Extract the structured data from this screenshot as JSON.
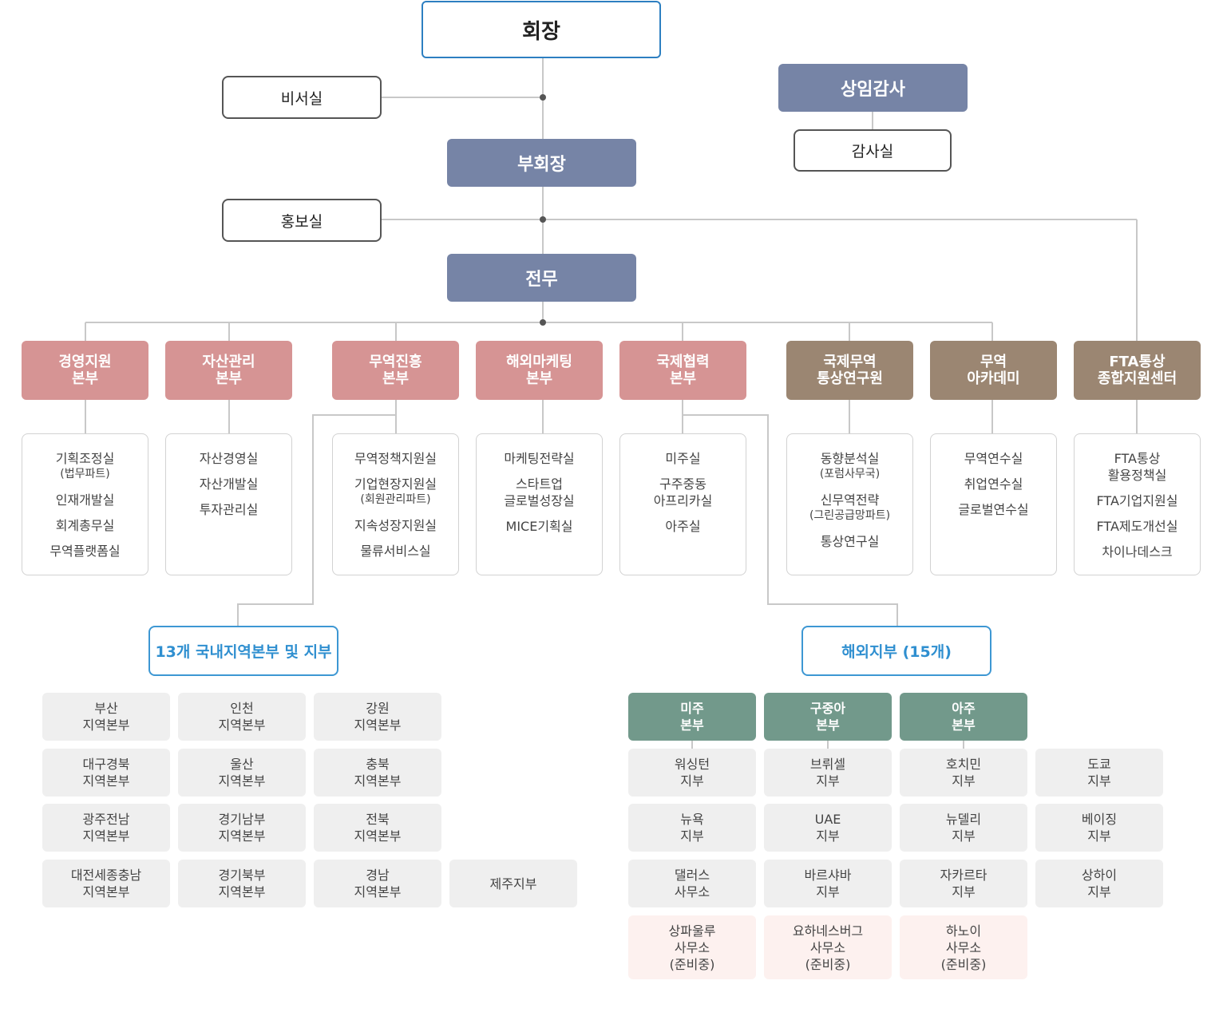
{
  "top": {
    "chairman": "회장",
    "secretariat": "비서실",
    "auditor": "상임감사",
    "audit_office": "감사실",
    "vice_chairman": "부회장",
    "pr_office": "홍보실",
    "executive": "전무"
  },
  "headquarters": [
    {
      "line1": "경영지원",
      "line2": "본부",
      "color": "pink",
      "subs": [
        {
          "label": "기획조정실",
          "note": "(법무파트)"
        },
        {
          "label": "인재개발실"
        },
        {
          "label": "회계총무실"
        },
        {
          "label": "무역플랫폼실"
        }
      ]
    },
    {
      "line1": "자산관리",
      "line2": "본부",
      "color": "pink",
      "subs": [
        {
          "label": "자산경영실"
        },
        {
          "label": "자산개발실"
        },
        {
          "label": "투자관리실"
        }
      ]
    },
    {
      "line1": "무역진흥",
      "line2": "본부",
      "color": "pink",
      "subs": [
        {
          "label": "무역정책지원실"
        },
        {
          "label": "기업현장지원실",
          "note": "(회원관리파트)"
        },
        {
          "label": "지속성장지원실"
        },
        {
          "label": "물류서비스실"
        }
      ]
    },
    {
      "line1": "해외마케팅",
      "line2": "본부",
      "color": "pink",
      "subs": [
        {
          "label": "마케팅전략실"
        },
        {
          "label": "스타트업",
          "label2": "글로벌성장실"
        },
        {
          "label": "MICE기획실"
        }
      ]
    },
    {
      "line1": "국제협력",
      "line2": "본부",
      "color": "pink",
      "subs": [
        {
          "label": "미주실"
        },
        {
          "label": "구주중동",
          "label2": "아프리카실"
        },
        {
          "label": "아주실"
        }
      ]
    },
    {
      "line1": "국제무역",
      "line2": "통상연구원",
      "color": "brown",
      "subs": [
        {
          "label": "동향분석실",
          "note": "(포럼사무국)"
        },
        {
          "label": "신무역전략",
          "note": "(그린공급망파트)"
        },
        {
          "label": "통상연구실"
        }
      ]
    },
    {
      "line1": "무역",
      "line2": "아카데미",
      "color": "brown",
      "subs": [
        {
          "label": "무역연수실"
        },
        {
          "label": "취업연수실"
        },
        {
          "label": "글로벌연수실"
        }
      ]
    },
    {
      "line1": "FTA통상",
      "line2": "종합지원센터",
      "color": "brown",
      "subs": [
        {
          "label": "FTA통상",
          "label2": "활용정책실"
        },
        {
          "label": "FTA기업지원실"
        },
        {
          "label": "FTA제도개선실"
        },
        {
          "label": "차이나데스크"
        }
      ]
    }
  ],
  "domestic": {
    "title": "13개 국내지역본부 및 지부",
    "rows": [
      [
        {
          "l1": "부산",
          "l2": "지역본부"
        },
        {
          "l1": "인천",
          "l2": "지역본부"
        },
        {
          "l1": "강원",
          "l2": "지역본부"
        }
      ],
      [
        {
          "l1": "대구경북",
          "l2": "지역본부"
        },
        {
          "l1": "울산",
          "l2": "지역본부"
        },
        {
          "l1": "충북",
          "l2": "지역본부"
        }
      ],
      [
        {
          "l1": "광주전남",
          "l2": "지역본부"
        },
        {
          "l1": "경기남부",
          "l2": "지역본부"
        },
        {
          "l1": "전북",
          "l2": "지역본부"
        }
      ],
      [
        {
          "l1": "대전세종충남",
          "l2": "지역본부"
        },
        {
          "l1": "경기북부",
          "l2": "지역본부"
        },
        {
          "l1": "경남",
          "l2": "지역본부"
        },
        {
          "l1": "제주지부"
        }
      ]
    ]
  },
  "overseas": {
    "title": "해외지부 (15개)",
    "heads": [
      {
        "l1": "미주",
        "l2": "본부"
      },
      {
        "l1": "구중아",
        "l2": "본부"
      },
      {
        "l1": "아주",
        "l2": "본부"
      }
    ],
    "rows": [
      [
        {
          "l1": "워싱턴",
          "l2": "지부"
        },
        {
          "l1": "브뤼셀",
          "l2": "지부"
        },
        {
          "l1": "호치민",
          "l2": "지부"
        },
        {
          "l1": "도쿄",
          "l2": "지부"
        }
      ],
      [
        {
          "l1": "뉴욕",
          "l2": "지부"
        },
        {
          "l1": "UAE",
          "l2": "지부"
        },
        {
          "l1": "뉴델리",
          "l2": "지부"
        },
        {
          "l1": "베이징",
          "l2": "지부"
        }
      ],
      [
        {
          "l1": "댈러스",
          "l2": "사무소"
        },
        {
          "l1": "바르샤바",
          "l2": "지부"
        },
        {
          "l1": "자카르타",
          "l2": "지부"
        },
        {
          "l1": "상하이",
          "l2": "지부"
        }
      ],
      [
        {
          "l1": "상파울루",
          "l2": "사무소",
          "l3": "(준비중)"
        },
        {
          "l1": "요하네스버그",
          "l2": "사무소",
          "l3": "(준비중)"
        },
        {
          "l1": "하노이",
          "l2": "사무소",
          "l3": "(준비중)"
        }
      ]
    ]
  },
  "colors": {
    "pink": "#d69494",
    "brown": "#9b8672",
    "slate": "#7684a6",
    "green": "#72998b",
    "blue": "#3d97d3"
  }
}
